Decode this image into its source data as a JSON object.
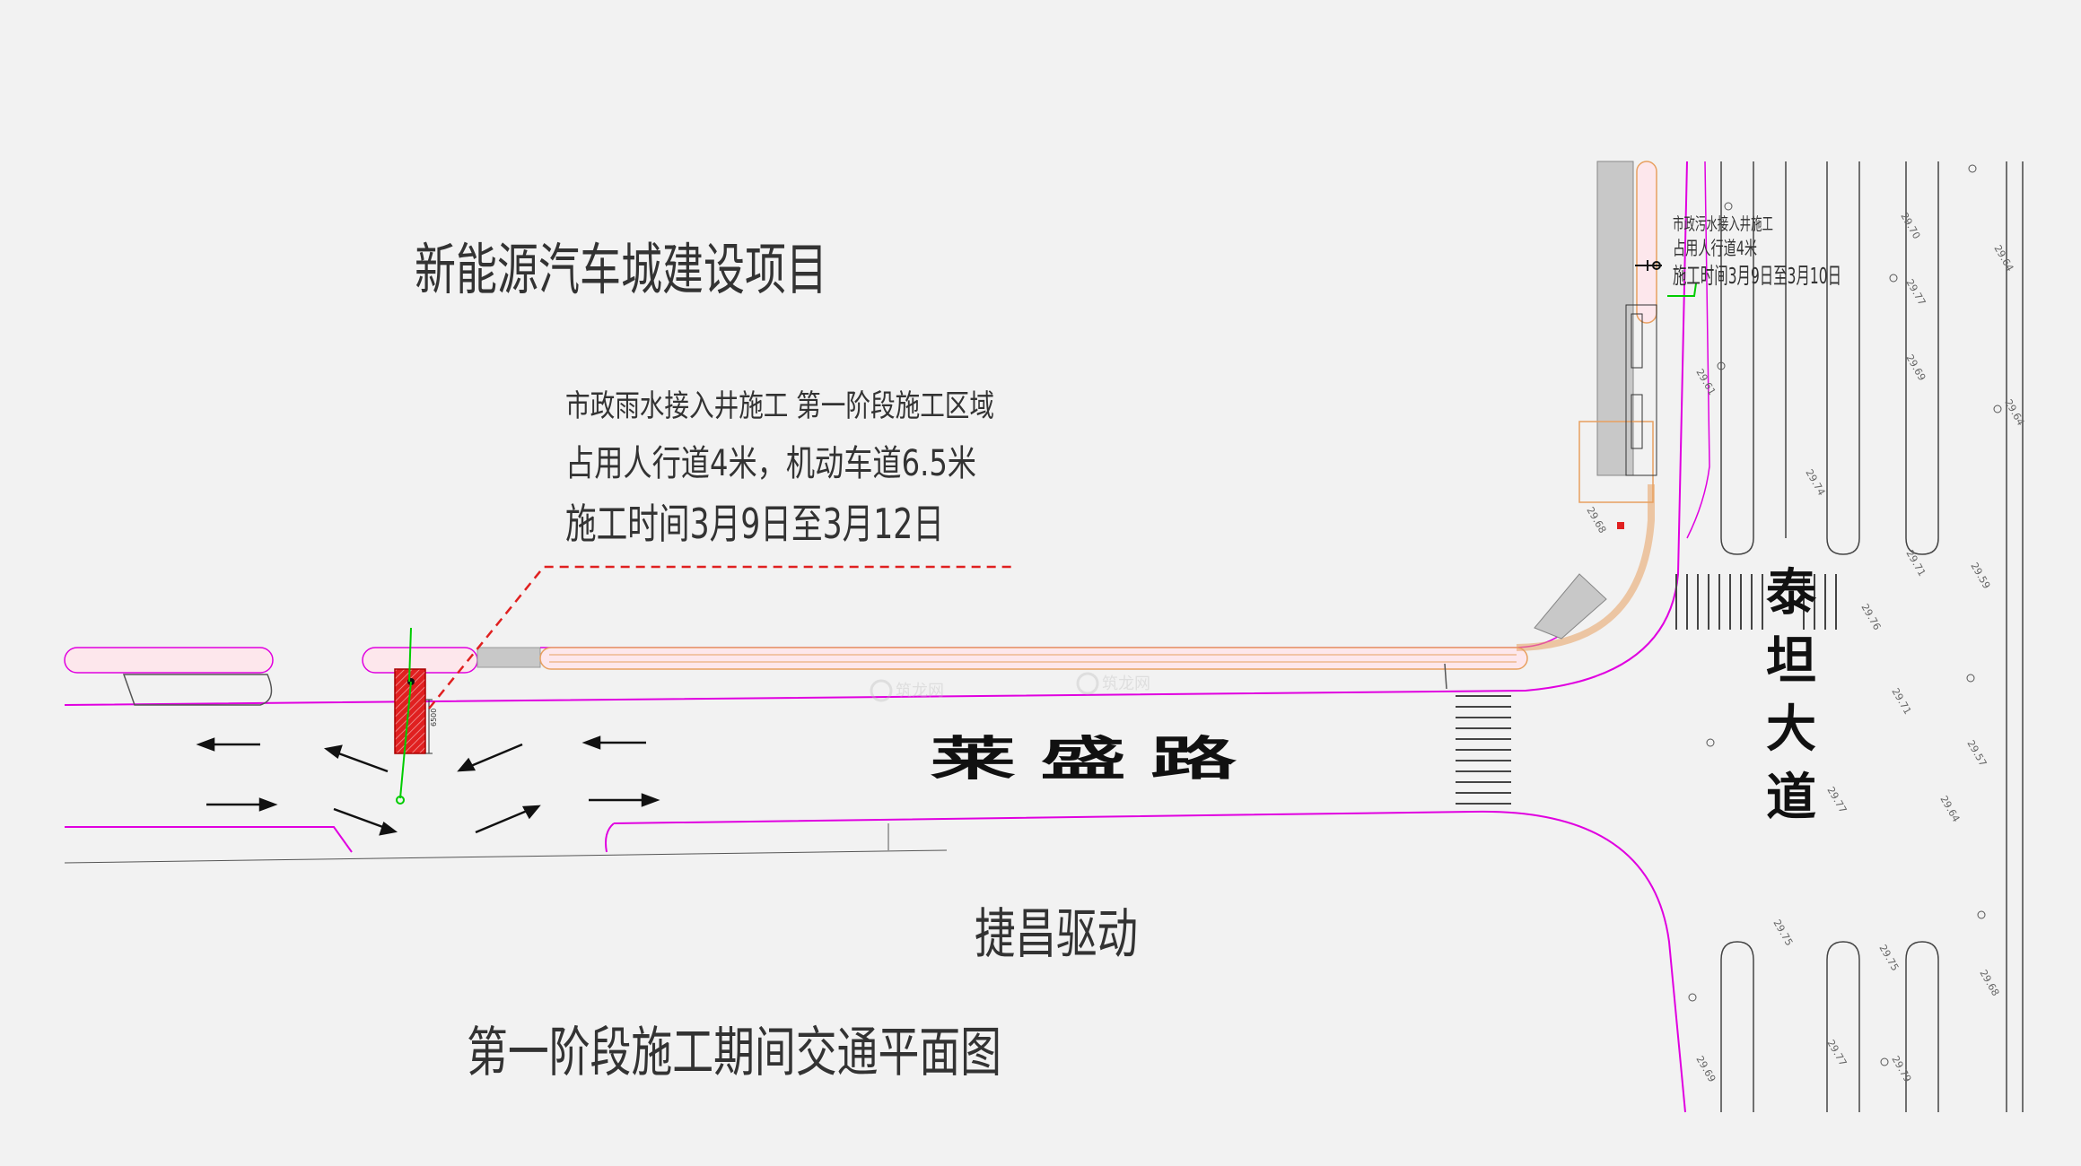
{
  "labels": {
    "project": "新能源汽车城建设项目",
    "stage_title": "第一阶段施工期间交通平面图",
    "company": "捷昌驱动",
    "road_laisheng": "莱 盛 路",
    "road_taitan": [
      "泰",
      "坦",
      "大",
      "道"
    ]
  },
  "notes": {
    "rain_line1": "市政雨水接入井施工 第一阶段施工区域",
    "rain_line2": "占用人行道4米，机动车道6.5米",
    "rain_line3": "施工时间3月9日至3月12日",
    "sewage_line1": "市政污水接入井施工",
    "sewage_line2": "占用人行道4米",
    "sewage_line3": "施工时间3月9日至3月10日"
  },
  "dimension": "6500",
  "watermark": "筑龙网",
  "elevations": [
    "29.70",
    "29.64",
    "29.77",
    "29.61",
    "29.69",
    "29.64",
    "29.74",
    "29.68",
    "29.71",
    "29.59",
    "29.76",
    "29.71",
    "29.57",
    "29.77",
    "29.64",
    "29.75",
    "29.75",
    "29.68",
    "29.77",
    "29.79",
    "29.69"
  ],
  "colors": {
    "background": "#f2f2f2",
    "boundary": "#e000e0",
    "curb": "#e8a060",
    "work_zone": "#e02020",
    "marker": "#00cc00",
    "lines": "#333333"
  }
}
